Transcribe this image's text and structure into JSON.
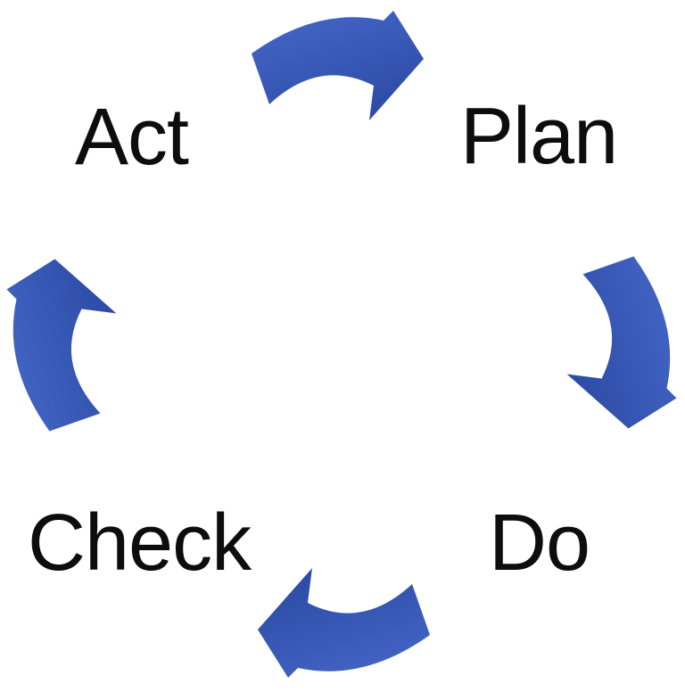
{
  "diagram": {
    "type": "cycle",
    "background_color": "#ffffff",
    "text_color": "#0d0d0d",
    "arrow_gradient_start": "#4668c9",
    "arrow_gradient_end": "#2e4da8",
    "nodes": [
      {
        "id": "plan",
        "label": "Plan",
        "position": "top-right"
      },
      {
        "id": "do",
        "label": "Do",
        "position": "bottom-right"
      },
      {
        "id": "check",
        "label": "Check",
        "position": "bottom-left"
      },
      {
        "id": "act",
        "label": "Act",
        "position": "top-left"
      }
    ],
    "arrows": [
      {
        "id": "act-to-plan",
        "position": "top",
        "direction": "right"
      },
      {
        "id": "plan-to-do",
        "position": "right",
        "direction": "down"
      },
      {
        "id": "do-to-check",
        "position": "bottom",
        "direction": "left"
      },
      {
        "id": "check-to-act",
        "position": "left",
        "direction": "up"
      }
    ]
  }
}
